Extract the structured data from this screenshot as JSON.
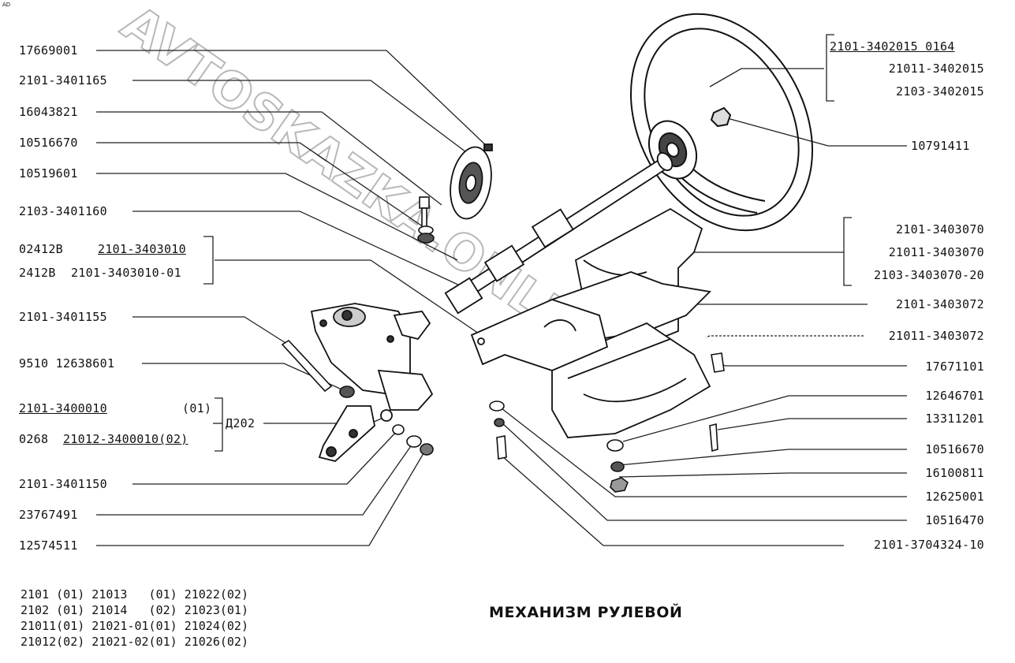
{
  "corner_mark": "AD",
  "title": "МЕХАНИЗМ РУЛЕВОЙ",
  "watermark": "AVTOSKAZKA.ONLINE",
  "labels_left": {
    "l1": "17669001",
    "l2": "2101-3401165",
    "l3": "16043821",
    "l4": "10516670",
    "l5": "10519601",
    "l6": "2103-3401160",
    "l7a": "02412B",
    "l7b": "2101-3403010",
    "l8a": "2412B",
    "l8b": "2101-3403010-01",
    "l9": "2101-3401155",
    "l10": "9510 12638601",
    "l11a": "2101-3400010",
    "l11b": "(01)",
    "l11c": "Д202",
    "l12a": "0268",
    "l12b": "21012-3400010(02)",
    "l13": "2101-3401150",
    "l14": "23767491",
    "l15": "12574511"
  },
  "labels_right": {
    "r1": "2101-3402015 0164",
    "r2": "21011-3402015",
    "r3": "2103-3402015",
    "r4": "10791411",
    "r5": "2101-3403070",
    "r6": "21011-3403070",
    "r7": "2103-3403070-20",
    "r8": "2101-3403072",
    "r9": "21011-3403072",
    "r10": "17671101",
    "r11": "12646701",
    "r12": "13311201",
    "r13": "10516670",
    "r14": "16100811",
    "r15": "12625001",
    "r16": "10516470",
    "r17": "2101-3704324-10"
  },
  "applicability": [
    "2101 (01) 21013   (01) 21022(02)",
    "2102 (01) 21014   (02) 21023(01)",
    "21011(01) 21021-01(01) 21024(02)",
    "21012(02) 21021-02(01) 21026(02)"
  ]
}
